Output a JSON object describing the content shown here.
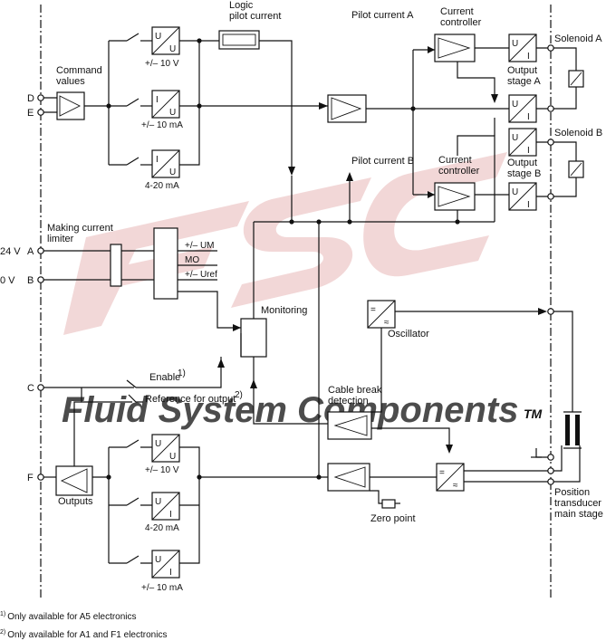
{
  "watermark": {
    "logo_text": "FSC",
    "brand": "Fluid System Components",
    "trademark": "TM",
    "color_logo": "#e8b8b8",
    "color_text": "#dcdcdc"
  },
  "terminals": {
    "D": "D",
    "E": "E",
    "A_voltage": "24 V",
    "A": "A",
    "B_voltage": "0 V",
    "B": "B",
    "C": "C",
    "F": "F"
  },
  "labels": {
    "command_values": "Command\nvalues",
    "logic_pilot_current": "Logic\npilot current",
    "pilot_current_a": "Pilot current A",
    "pilot_current_b": "Pilot current B",
    "current_controller_a": "Current\ncontroller",
    "current_controller_b": "Current\ncontroller",
    "solenoid_a": "Solenoid A",
    "solenoid_b": "Solenoid B",
    "output_stage_a": "Output\nstage A",
    "output_stage_b": "Output\nstage B",
    "range_v10_in": "+/– 10 V",
    "range_ma10_in": "+/– 10 mA",
    "range_420_in": "4-20 mA",
    "making_current_limiter": "Making current\nlimiter",
    "um": "+/– UM",
    "mo": "MO",
    "uref": "+/– Uref",
    "monitoring": "Monitoring",
    "oscillator": "Oscillator",
    "enable": "Enable",
    "enable_sup": "1)",
    "reference_for_output": "Reference for output",
    "reference_sup": "2)",
    "cable_break_detection": "Cable break\ndetection",
    "outputs": "Outputs",
    "range_v10_out": "+/– 10 V",
    "range_420_out": "4-20 mA",
    "range_ma10_out": "+/– 10 mA",
    "zero_point": "Zero point",
    "position_transducer": "Position\ntransducer\nmain stage"
  },
  "block_glyphs": {
    "u": "U",
    "i": "I",
    "osc_eq": "=",
    "osc_ac": "≈"
  },
  "footnotes": [
    {
      "mark": "1)",
      "text": "Only available for A5 electronics"
    },
    {
      "mark": "2)",
      "text": "Only available for A1 and F1 electronics"
    }
  ]
}
